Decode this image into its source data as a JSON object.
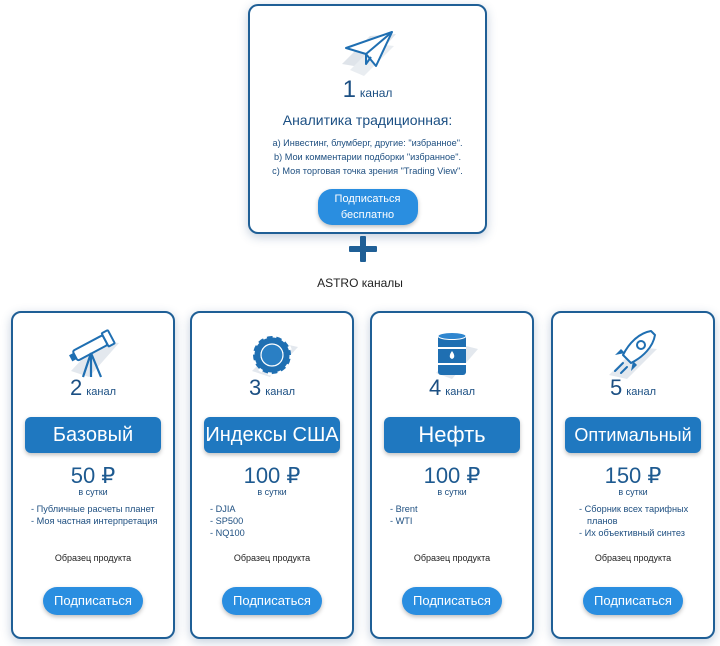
{
  "top": {
    "number": "1",
    "channel_word": "канал",
    "title": "Аналитика традиционная:",
    "items": [
      "a) Инвестинг, блумберг, другие: \"избранное\".",
      "b) Мои комментарии подборки \"избранное\".",
      "c) Моя торговая точка зрения \"Trading View\"."
    ],
    "button_line1": "Подписаться",
    "button_line2": "бесплатно",
    "icon": "paper-plane-icon"
  },
  "astro_label": "ASTRO каналы",
  "plans": [
    {
      "number": "2",
      "channel_word": "канал",
      "title": "Базовый",
      "price": "50 ₽",
      "per": "в сутки",
      "features": [
        "- Публичные расчеты планет",
        "- Моя частная интерпретация"
      ],
      "sample": "Образец продукта",
      "button": "Подписаться",
      "icon": "telescope-icon"
    },
    {
      "number": "3",
      "channel_word": "канал",
      "title": "Индексы США",
      "price": "100 ₽",
      "per": "в сутки",
      "features": [
        "- DJIA",
        "- SP500",
        "- NQ100"
      ],
      "sample": "Образец продукта",
      "button": "Подписаться",
      "icon": "poker-chip-icon"
    },
    {
      "number": "4",
      "channel_word": "канал",
      "title": "Нефть",
      "price": "100 ₽",
      "per": "в сутки",
      "features": [
        "- Brent",
        "- WTI"
      ],
      "sample": "Образец продукта",
      "button": "Подписаться",
      "icon": "oil-barrel-icon"
    },
    {
      "number": "5",
      "channel_word": "канал",
      "title": "Оптимальный",
      "price": "150 ₽",
      "per": "в сутки",
      "features": [
        "- Сборник всех тарифных",
        "  планов",
        "- Их объективный синтез"
      ],
      "sample": "Образец продукта",
      "button": "Подписаться",
      "icon": "rocket-icon"
    }
  ],
  "colors": {
    "border": "#1f5f96",
    "title_bg": "#1f78c0",
    "button_bg": "#2a8ee0",
    "text": "#1e4f80"
  }
}
